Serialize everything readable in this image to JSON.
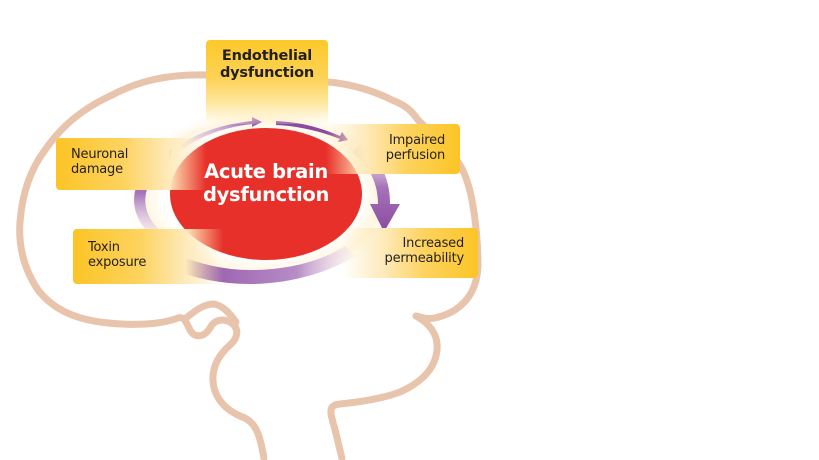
{
  "diagram": {
    "title": "Acute brain dysfunction cycle",
    "center": {
      "line1": "Acute brain",
      "line2": "dysfunction",
      "color": "#e8302a"
    },
    "factors": [
      {
        "id": "endothelial",
        "line1": "Endothelial",
        "line2": "dysfunction"
      },
      {
        "id": "perfusion",
        "line1": "Impaired",
        "line2": "perfusion"
      },
      {
        "id": "permeability",
        "line1": "Increased",
        "line2": "permeability"
      },
      {
        "id": "toxin",
        "line1": "Toxin",
        "line2": "exposure"
      },
      {
        "id": "neuronal",
        "line1": "Neuronal",
        "line2": "damage"
      }
    ],
    "cycle_direction": "clockwise",
    "colors": {
      "box": "#fcc425",
      "arrow": "#8a4aa0",
      "brain_outline": "#e8c0a8",
      "text": "#231f20"
    }
  }
}
